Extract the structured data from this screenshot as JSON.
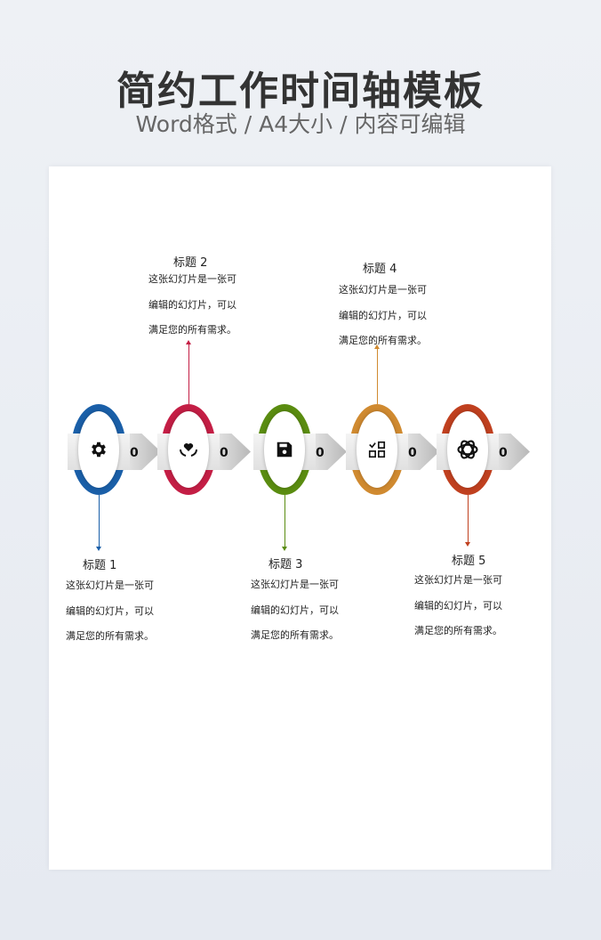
{
  "header": {
    "title": "简约工作时间轴模板",
    "subtitle": "Word格式 / A4大小 / 内容可编辑"
  },
  "colors": [
    "#1a5fa8",
    "#c41e45",
    "#5a8c10",
    "#d08a30",
    "#c0401f"
  ],
  "items": [
    {
      "title": "标题 1",
      "lines": [
        "这张幻灯片是一张可",
        "编辑的幻灯片，可以",
        "满足您的所有需求。"
      ],
      "number": "0",
      "icon": "gear-icon"
    },
    {
      "title": "标题 2",
      "lines": [
        "这张幻灯片是一张可",
        "编辑的幻灯片，可以",
        "满足您的所有需求。"
      ],
      "number": "0",
      "icon": "heart-hands-icon"
    },
    {
      "title": "标题 3",
      "lines": [
        "这张幻灯片是一张可",
        "编辑的幻灯片，可以",
        "满足您的所有需求。"
      ],
      "number": "0",
      "icon": "save-icon"
    },
    {
      "title": "标题 4",
      "lines": [
        "这张幻灯片是一张可",
        "编辑的幻灯片，可以",
        "满足您的所有需求。"
      ],
      "number": "0",
      "icon": "checklist-grid-icon"
    },
    {
      "title": "标题 5",
      "lines": [
        "这张幻灯片是一张可",
        "编辑的幻灯片，可以",
        "满足您的所有需求。"
      ],
      "number": "0",
      "icon": "openai-knot-icon"
    }
  ]
}
